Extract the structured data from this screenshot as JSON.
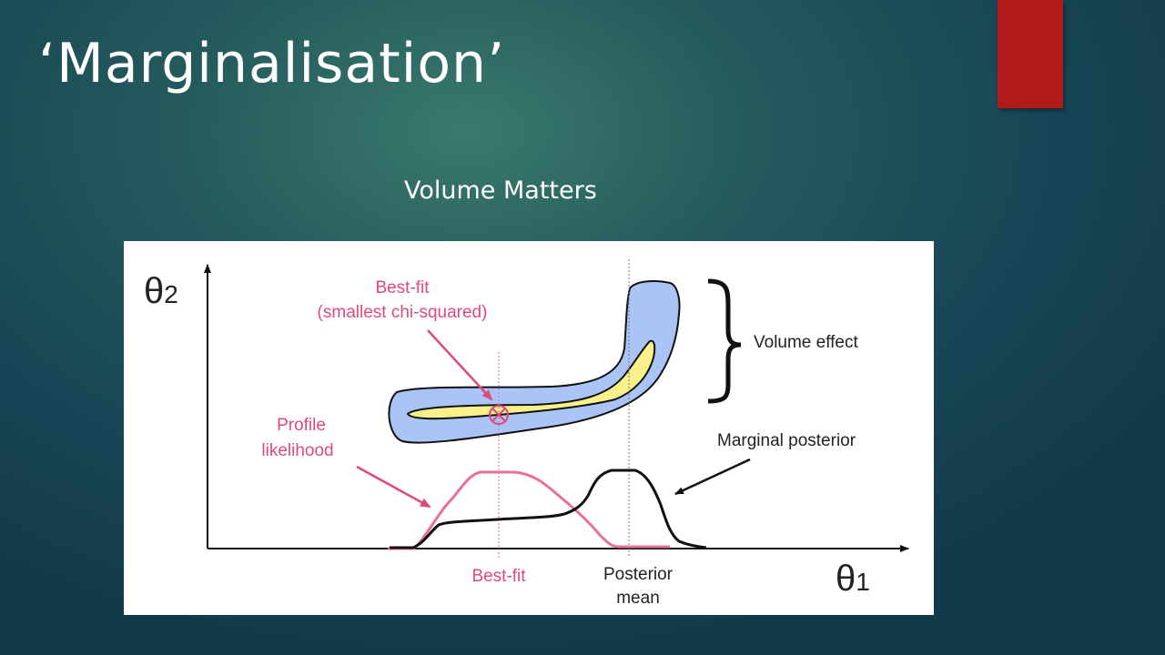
{
  "slide": {
    "title": "‘Marginalisation’",
    "subtitle": "Volume Matters"
  },
  "figure": {
    "axis_y_symbol": "θ",
    "axis_y_subscript": "2",
    "axis_x_symbol": "θ",
    "axis_x_subscript": "1",
    "label_best_fit_line1": "Best-fit",
    "label_best_fit_line2": "(smallest chi-squared)",
    "label_volume_effect": "Volume effect",
    "label_profile_line1": "Profile",
    "label_profile_line2": "likelihood",
    "label_marginal_posterior": "Marginal posterior",
    "tick_best_fit": "Best-fit",
    "tick_posterior_line1": "Posterior",
    "tick_posterior_line2": "mean"
  },
  "colors": {
    "background": "#1e4f58",
    "accent": "#b01a18",
    "outer_region": "#a9c4f5",
    "inner_region": "#f8f08a",
    "profile_curve": "#e8709a",
    "marginal_curve": "#111111",
    "annotation_pink": "#e0497e"
  }
}
